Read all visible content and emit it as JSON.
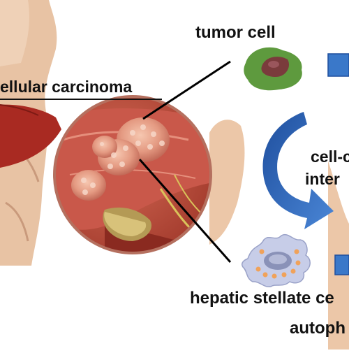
{
  "labels": {
    "tumor_cell": "tumor cell",
    "carcinoma": "ellular carcinoma",
    "cell_cell_line1": "cell-c",
    "cell_cell_line2": "inter",
    "hepatic_stellate": "hepatic stellate ce",
    "autophagy": "autoph"
  },
  "colors": {
    "skin": "#e8c3a4",
    "liver": "#a92a22",
    "tumor_cell": "#5e9a3e",
    "nucleus": "#7a3b3c",
    "stellate_cell": "#c7cde8",
    "stellate_dots": "#f0a25a",
    "arrow_blue": "#2d5fb0",
    "bar_blue": "#3a78c9"
  }
}
